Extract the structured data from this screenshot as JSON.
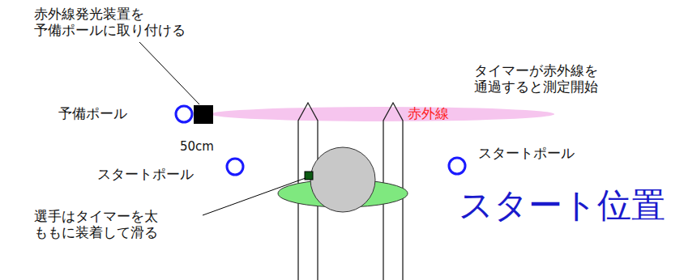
{
  "diagram": {
    "labels": [
      "赤外線発光装置を 予備ポールに取り付ける",
      "予備ポール",
      "赤外線",
      "タイマーが赤外線を 通過すると測定開始",
      "50cm",
      "スタートポール",
      "スタートポール",
      "スタート位置",
      "選手はタイマーを太 ももに装着して滑る"
    ]
  }
}
